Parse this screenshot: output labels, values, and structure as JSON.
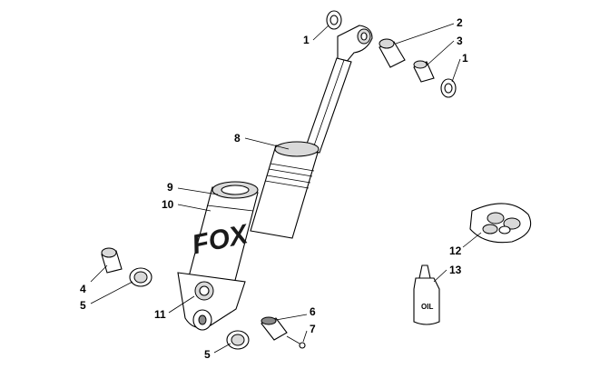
{
  "callouts": {
    "c1a": "1",
    "c2": "2",
    "c3": "3",
    "c1b": "1",
    "c8": "8",
    "c9": "9",
    "c10": "10",
    "c4": "4",
    "c5a": "5",
    "c11": "11",
    "c5b": "5",
    "c6": "6",
    "c7": "7",
    "c12": "12",
    "c13": "13"
  },
  "brand_text": "FOX",
  "oil_label": "OIL"
}
